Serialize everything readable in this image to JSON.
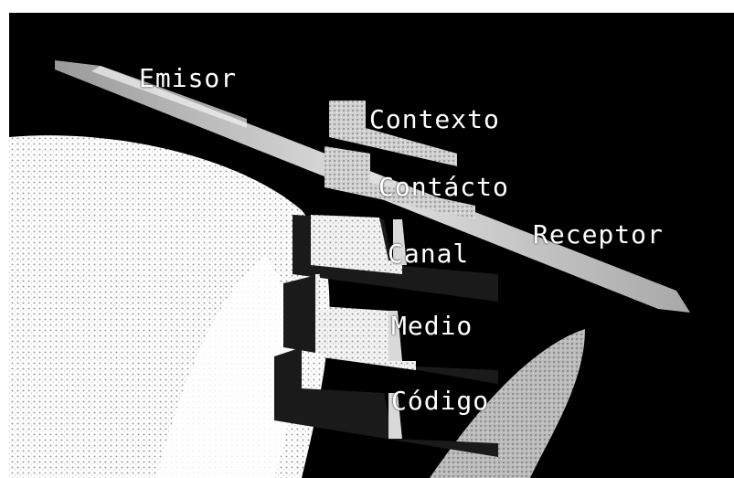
{
  "terms": {
    "emisor": "Emisor",
    "contexto": "Contexto",
    "contacto": "Contácto",
    "receptor": "Receptor",
    "canal": "Canal",
    "medio": "Medio",
    "codigo": "Código"
  },
  "colors": {
    "background": "#000000",
    "label_text": "#ffffff",
    "bars": "#bdbdbd",
    "texture_light": "#f2f2f2"
  }
}
